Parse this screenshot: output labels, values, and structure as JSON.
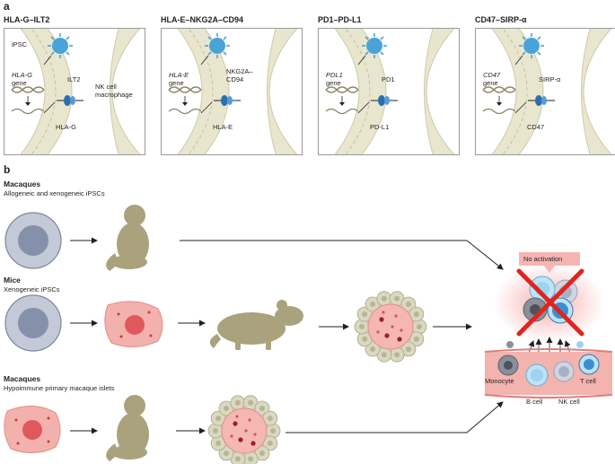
{
  "panel_a": {
    "letter": "a",
    "panels": [
      {
        "title": "HLA-G–ILT2",
        "cell_label": "iPSC",
        "gene": "HLA-G",
        "gene_word": "gene",
        "receptor": "ILT2",
        "ligand": "HLA-G",
        "target": "NK cell\nmacrophage"
      },
      {
        "title": "HLA-E–NKG2A–CD94",
        "gene": "HLA-E",
        "gene_word": "gene",
        "receptor": "NKG2A–\nCD94",
        "ligand": "HLA-E"
      },
      {
        "title": "PD1–PD-L1",
        "gene": "PDL1",
        "gene_word": "gene",
        "receptor": "PD1",
        "ligand": "PD-L1"
      },
      {
        "title": "CD47–SIRP-α",
        "gene": "CD47",
        "gene_word": "gene",
        "receptor": "SIRP-α",
        "ligand": "CD47"
      }
    ]
  },
  "panel_b": {
    "letter": "b",
    "rows": [
      {
        "title": "Macaques",
        "subtitle": "Allogeneic and xenogeneic iPSCs"
      },
      {
        "title": "Mice",
        "subtitle": "Xenogeneic iPSCs"
      },
      {
        "title": "Macaques",
        "subtitle": "Hypoimmune primary macaque islets"
      }
    ],
    "result": {
      "banner": "No activation",
      "cells": [
        "Monocyte",
        "T cell",
        "B cell",
        "NK cell"
      ]
    }
  },
  "colors": {
    "virus": "#4aa3d8",
    "membrane": "#e9e6cf",
    "animal": "#a9a27d",
    "ipsc": "#a9b3c6",
    "islet": "#f2a6a6",
    "cross": "#e0241d",
    "vessel": "#f3b3ae"
  }
}
